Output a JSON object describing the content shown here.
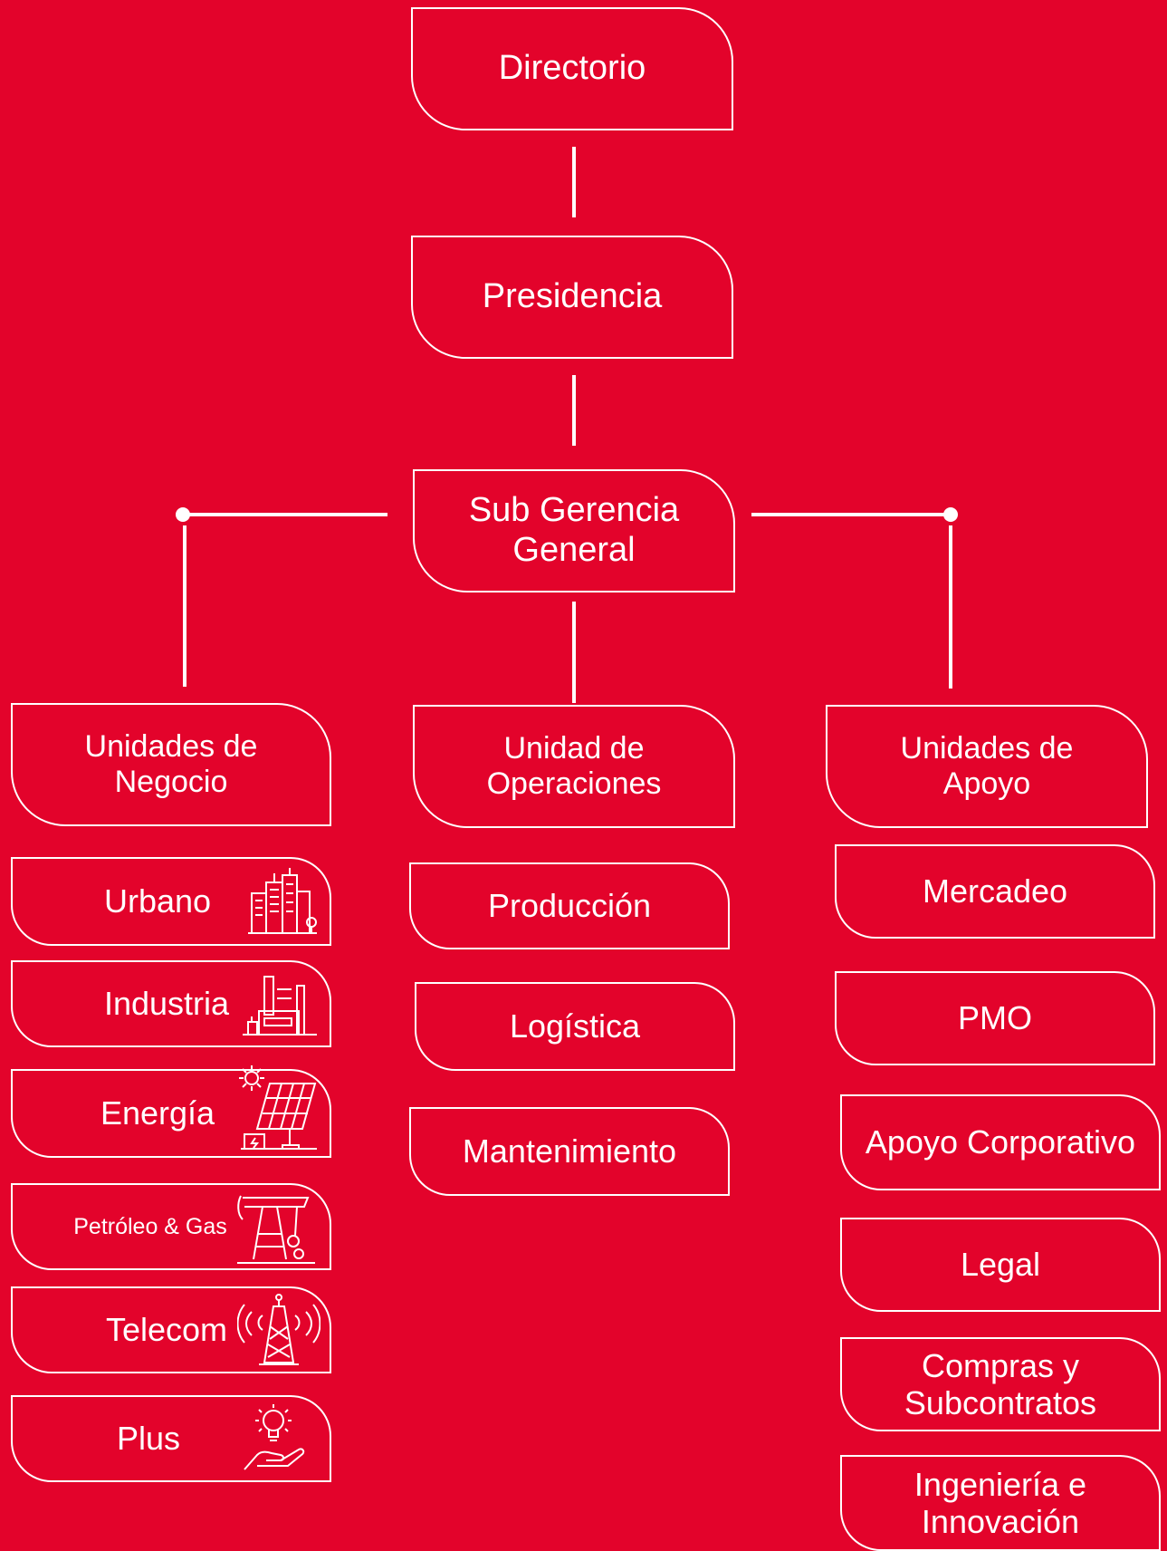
{
  "colors": {
    "background": "#E3032B",
    "foreground": "#FFFFFF"
  },
  "top": {
    "directorio": "Directorio",
    "presidencia": "Presidencia",
    "subgerencia": "Sub Gerencia\nGeneral"
  },
  "columns": {
    "negocio": {
      "title": "Unidades de\nNegocio",
      "items": [
        {
          "label": "Urbano",
          "icon": "city-buildings-icon"
        },
        {
          "label": "Industria",
          "icon": "factory-icon"
        },
        {
          "label": "Energía",
          "icon": "solar-panel-icon"
        },
        {
          "label": "Petróleo & Gas",
          "icon": "oil-pump-icon"
        },
        {
          "label": "Telecom",
          "icon": "telecom-tower-icon"
        },
        {
          "label": "Plus",
          "icon": "lightbulb-hand-icon"
        }
      ]
    },
    "operaciones": {
      "title": "Unidad de\nOperaciones",
      "items": [
        {
          "label": "Producción"
        },
        {
          "label": "Logística"
        },
        {
          "label": "Mantenimiento"
        }
      ]
    },
    "apoyo": {
      "title": "Unidades de\nApoyo",
      "items": [
        {
          "label": "Mercadeo"
        },
        {
          "label": "PMO"
        },
        {
          "label": "Apoyo Corporativo"
        },
        {
          "label": "Legal"
        },
        {
          "label": "Compras y\nSubcontratos"
        },
        {
          "label": "Ingeniería e\nInnovación"
        }
      ]
    }
  }
}
